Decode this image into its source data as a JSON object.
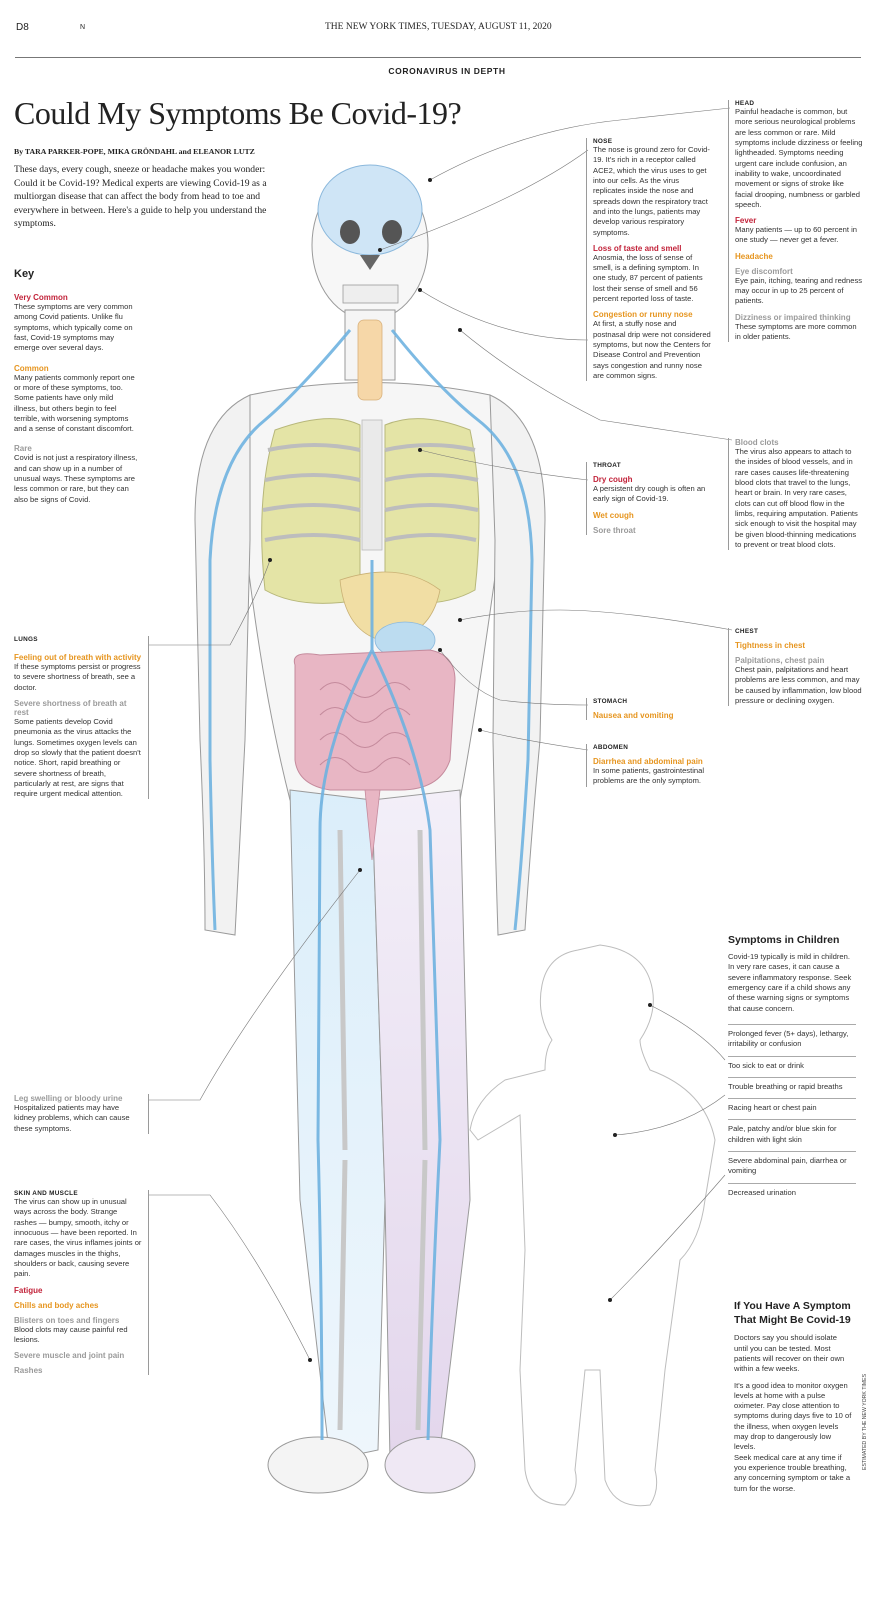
{
  "header": {
    "page": "D8",
    "edition": "N",
    "paper_line": "THE NEW YORK TIMES, TUESDAY, AUGUST 11, 2020",
    "section": "CORONAVIRUS IN DEPTH"
  },
  "article": {
    "title": "Could My Symptoms Be Covid-19?",
    "byline": "By TARA PARKER-POPE, MIKA GRÖNDAHL and ELEANOR LUTZ",
    "intro": "These days, every cough, sneeze or headache makes you wonder: Could it be Covid-19? Medical experts are viewing Covid-19 as a multiorgan disease that can affect the body from head to toe and everywhere in between. Here's a guide to help you understand the symptoms."
  },
  "key": {
    "title": "Key",
    "very_common_label": "Very Common",
    "very_common_text": "These symptoms are very common among Covid patients. Unlike flu symptoms, which typically come on fast, Covid-19 symptoms may emerge over several days.",
    "common_label": "Common",
    "common_text": "Many patients commonly report one or more of these symptoms, too. Some patients have only mild illness, but others begin to feel terrible, with worsening symptoms and a sense of constant discomfort.",
    "rare_label": "Rare",
    "rare_text": "Covid is not just a respiratory illness, and can show up in a number of unusual ways. These symptoms are less common or rare, but they can also be signs of Covid."
  },
  "lungs": {
    "label": "LUNGS",
    "s1": "Feeling out of breath with activity",
    "s1_text": "If these symptoms persist or progress to severe shortness of breath, see a doctor.",
    "s2": "Severe shortness of breath at rest",
    "s2_text": "Some patients develop Covid pneumonia as the virus attacks the lungs. Sometimes oxygen levels can drop so slowly that the patient doesn't notice. Short, rapid breathing or severe shortness of breath, particularly at rest, are signs that require urgent medical attention."
  },
  "leg": {
    "s1": "Leg swelling or bloody urine",
    "s1_text": "Hospitalized patients may have kidney problems, which can cause these symptoms."
  },
  "skin": {
    "label": "SKIN AND MUSCLE",
    "text": "The virus can show up in unusual ways across the body. Strange rashes — bumpy, smooth, itchy or innocuous — have been reported. In rare cases, the virus inflames joints or damages muscles in the thighs, shoulders or back, causing severe pain.",
    "fatigue": "Fatigue",
    "chills": "Chills and body aches",
    "blisters": "Blisters on toes and fingers",
    "blisters_text": "Blood clots may cause painful red lesions.",
    "muscle": "Severe muscle and joint pain",
    "rashes": "Rashes"
  },
  "nose": {
    "label": "NOSE",
    "text": "The nose is ground zero for Covid-19. It's rich in a receptor called ACE2, which the virus uses to get into our cells. As the virus replicates inside the nose and spreads down the respiratory tract and into the lungs, patients may develop various respiratory symptoms.",
    "loss": "Loss of taste and smell",
    "loss_text": "Anosmia, the loss of sense of smell, is a defining symptom. In one study, 87 percent of patients lost their sense of smell and 56 percent reported loss of taste.",
    "congestion": "Congestion or runny nose",
    "congestion_text": "At first, a stuffy nose and postnasal drip were not considered symptoms, but now the Centers for Disease Control and Prevention says congestion and runny nose are common signs."
  },
  "throat": {
    "label": "THROAT",
    "dry": "Dry cough",
    "dry_text": "A persistent dry cough is often an early sign of Covid-19.",
    "wet": "Wet cough",
    "sore": "Sore throat"
  },
  "stomach": {
    "label": "STOMACH",
    "nausea": "Nausea and vomiting"
  },
  "abdomen": {
    "label": "ABDOMEN",
    "diarrhea": "Diarrhea and abdominal pain",
    "diarrhea_text": "In some patients, gastrointestinal problems are the only symptom."
  },
  "head": {
    "label": "HEAD",
    "text": "Painful headache is common, but more serious neurological problems are less common or rare. Mild symptoms include dizziness or feeling lightheaded. Symptoms needing urgent care include confusion, an inability to wake, uncoordinated movement or signs of stroke like facial drooping, numbness or garbled speech.",
    "fever": "Fever",
    "fever_text": "Many patients — up to 60 percent in one study — never get a fever.",
    "headache": "Headache",
    "eye": "Eye discomfort",
    "eye_text": "Eye pain, itching, tearing and redness may occur in up to 25 percent of patients.",
    "dizzy": "Dizziness or impaired thinking",
    "dizzy_text": "These symptoms are more common in older patients."
  },
  "clots": {
    "title": "Blood clots",
    "text": "The virus also appears to attach to the insides of blood vessels, and in rare cases causes life-threatening blood clots that travel to the lungs, heart or brain. In very rare cases, clots can cut off blood flow in the limbs, requiring amputation. Patients sick enough to visit the hospital may be given blood-thinning medications to prevent or treat blood clots."
  },
  "chest": {
    "label": "CHEST",
    "tight": "Tightness in chest",
    "palp": "Palpitations, chest pain",
    "palp_text": "Chest pain, palpitations and heart problems are less common, and may be caused by inflammation, low blood pressure or declining oxygen."
  },
  "children": {
    "title": "Symptoms in Children",
    "text": "Covid-19 typically is mild in children. In very rare cases, it can cause a severe inflammatory response. Seek emergency care if a child shows any of these warning signs or symptoms that cause concern.",
    "items": [
      "Prolonged fever (5+ days), lethargy, irritability or confusion",
      "Too sick to eat or drink",
      "Trouble breathing or rapid breaths",
      "Racing heart or chest pain",
      "Pale, patchy and/or blue skin for children with light skin",
      "Severe abdominal pain, diarrhea or vomiting",
      "Decreased urination"
    ]
  },
  "advice": {
    "title": "If You Have A Symptom That Might Be Covid-19",
    "p1": "Doctors say you should isolate until you can be tested. Most patients will recover on their own within a few weeks.",
    "p2": "It's a good idea to monitor oxygen levels at home with a pulse oximeter. Pay close attention to symptoms during days five to 10 of the illness, when oxygen levels may drop to dangerously low levels.",
    "p3": "Seek medical care at any time if you experience trouble breathing, any concerning symptom or take a turn for the worse."
  },
  "credit": "ESTIMATED BY THE NEW YORK TIMES",
  "colors": {
    "very_common": "#c2233a",
    "common": "#e6951f",
    "rare": "#9a9a9a",
    "vein": "#6fb2e0",
    "lung": "#e4e4a6",
    "intestine": "#e8b6c4"
  }
}
